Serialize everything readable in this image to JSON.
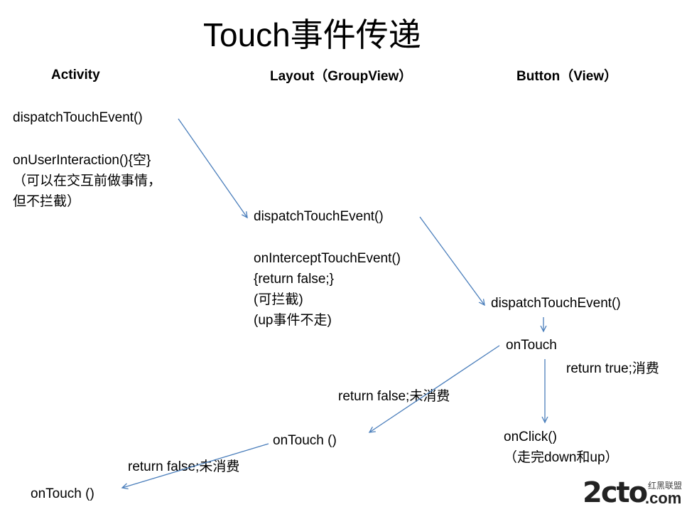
{
  "title": "Touch事件传递",
  "headers": {
    "activity": "Activity",
    "layout": "Layout（GroupView）",
    "button": "Button（View）"
  },
  "activity": {
    "dispatch": "dispatchTouchEvent()",
    "user_interaction": [
      "onUserInteraction(){空}",
      "（可以在交互前做事情，",
      "但不拦截）"
    ],
    "on_touch": "onTouch ()"
  },
  "layout": {
    "dispatch": "dispatchTouchEvent()",
    "intercept": [
      "onInterceptTouchEvent()",
      "{return false;}",
      "(可拦截)",
      "(up事件不走)"
    ],
    "on_touch": "onTouch ()"
  },
  "button": {
    "dispatch": "dispatchTouchEvent()",
    "on_touch": "onTouch",
    "on_click": [
      "onClick()",
      "（走完down和up）"
    ]
  },
  "edge_labels": {
    "return_true": "return true;消费",
    "return_false_button": "return false;未消费",
    "return_false_layout": "return false;未消费"
  },
  "logo": {
    "main": "2cto",
    "small": "红黑联盟",
    "com": ".com"
  },
  "colors": {
    "arrow": "#4a7ebb",
    "logo_red": "#d8261d"
  }
}
